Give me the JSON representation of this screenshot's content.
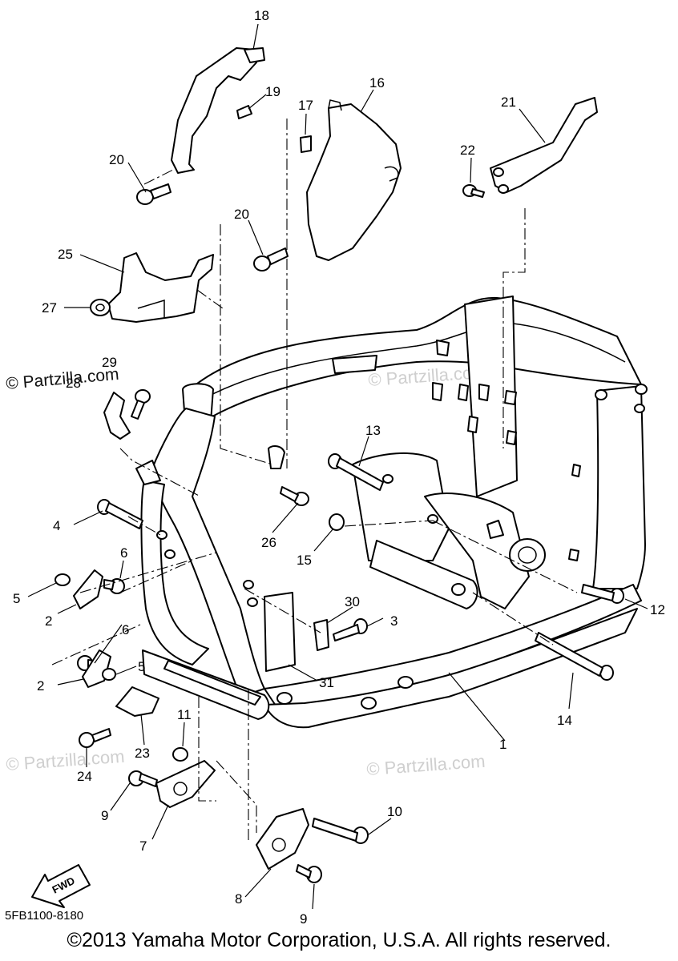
{
  "diagram": {
    "callouts": [
      {
        "id": "18",
        "label": "18"
      },
      {
        "id": "19",
        "label": "19"
      },
      {
        "id": "17",
        "label": "17"
      },
      {
        "id": "16",
        "label": "16"
      },
      {
        "id": "21",
        "label": "21"
      },
      {
        "id": "22",
        "label": "22"
      },
      {
        "id": "20a",
        "label": "20"
      },
      {
        "id": "20b",
        "label": "20"
      },
      {
        "id": "25",
        "label": "25"
      },
      {
        "id": "27",
        "label": "27"
      },
      {
        "id": "29",
        "label": "29"
      },
      {
        "id": "28",
        "label": "28"
      },
      {
        "id": "13",
        "label": "13"
      },
      {
        "id": "4",
        "label": "4"
      },
      {
        "id": "26",
        "label": "26"
      },
      {
        "id": "15",
        "label": "15"
      },
      {
        "id": "6a",
        "label": "6"
      },
      {
        "id": "5a",
        "label": "5"
      },
      {
        "id": "2a",
        "label": "2"
      },
      {
        "id": "6b",
        "label": "6"
      },
      {
        "id": "30",
        "label": "30"
      },
      {
        "id": "3",
        "label": "3"
      },
      {
        "id": "12",
        "label": "12"
      },
      {
        "id": "2b",
        "label": "2"
      },
      {
        "id": "5b",
        "label": "5"
      },
      {
        "id": "31",
        "label": "31"
      },
      {
        "id": "14",
        "label": "14"
      },
      {
        "id": "11",
        "label": "11"
      },
      {
        "id": "23",
        "label": "23"
      },
      {
        "id": "1",
        "label": "1"
      },
      {
        "id": "24",
        "label": "24"
      },
      {
        "id": "9a",
        "label": "9"
      },
      {
        "id": "10",
        "label": "10"
      },
      {
        "id": "7",
        "label": "7"
      },
      {
        "id": "8",
        "label": "8"
      },
      {
        "id": "9b",
        "label": "9"
      }
    ],
    "watermarks": {
      "main": "© Partzilla.com",
      "faint_left": "© Partzilla.com",
      "faint_right": "© Partzilla.com",
      "faint_mid": "© Partzilla.com"
    },
    "fwd_label": "FWD",
    "diagram_code": "5FB1100-8180",
    "copyright": "©2013 Yamaha Motor Corporation, U.S.A. All rights reserved."
  }
}
